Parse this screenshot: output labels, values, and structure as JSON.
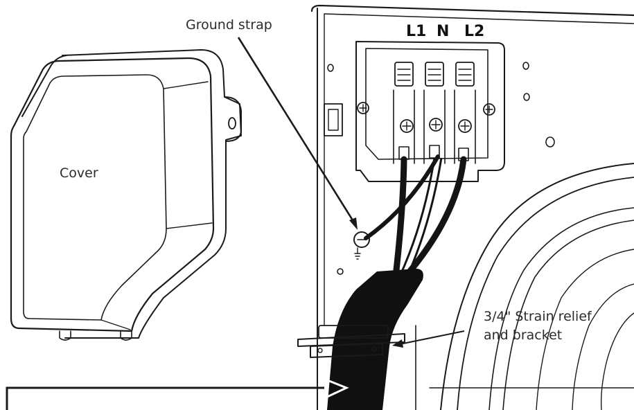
{
  "labels": {
    "ground_strap": "Ground strap",
    "cover": "Cover",
    "terminal_l1": "L1",
    "terminal_n": "N",
    "terminal_l2": "L2",
    "strain_relief_line1": "3/4\" Strain relief",
    "strain_relief_line2": "and bracket"
  }
}
